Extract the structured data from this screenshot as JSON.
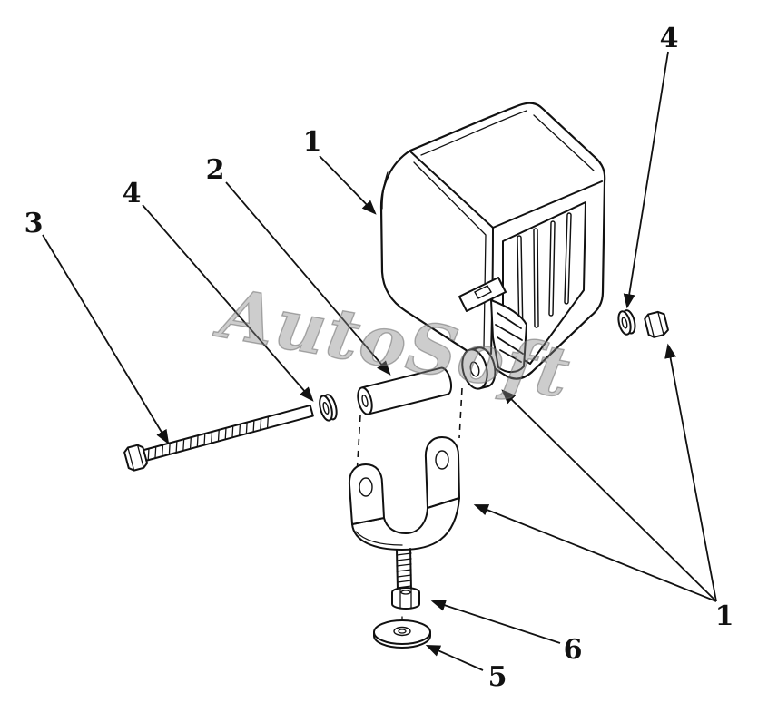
{
  "diagram": {
    "watermark": "AutoSoft",
    "callouts": {
      "lamp": "1",
      "spacer": "2",
      "bolt": "3",
      "washer_front": "4",
      "washer_rear": "4",
      "assembly": "1",
      "nut_bottom": "6",
      "washer_bottom": "5"
    }
  }
}
